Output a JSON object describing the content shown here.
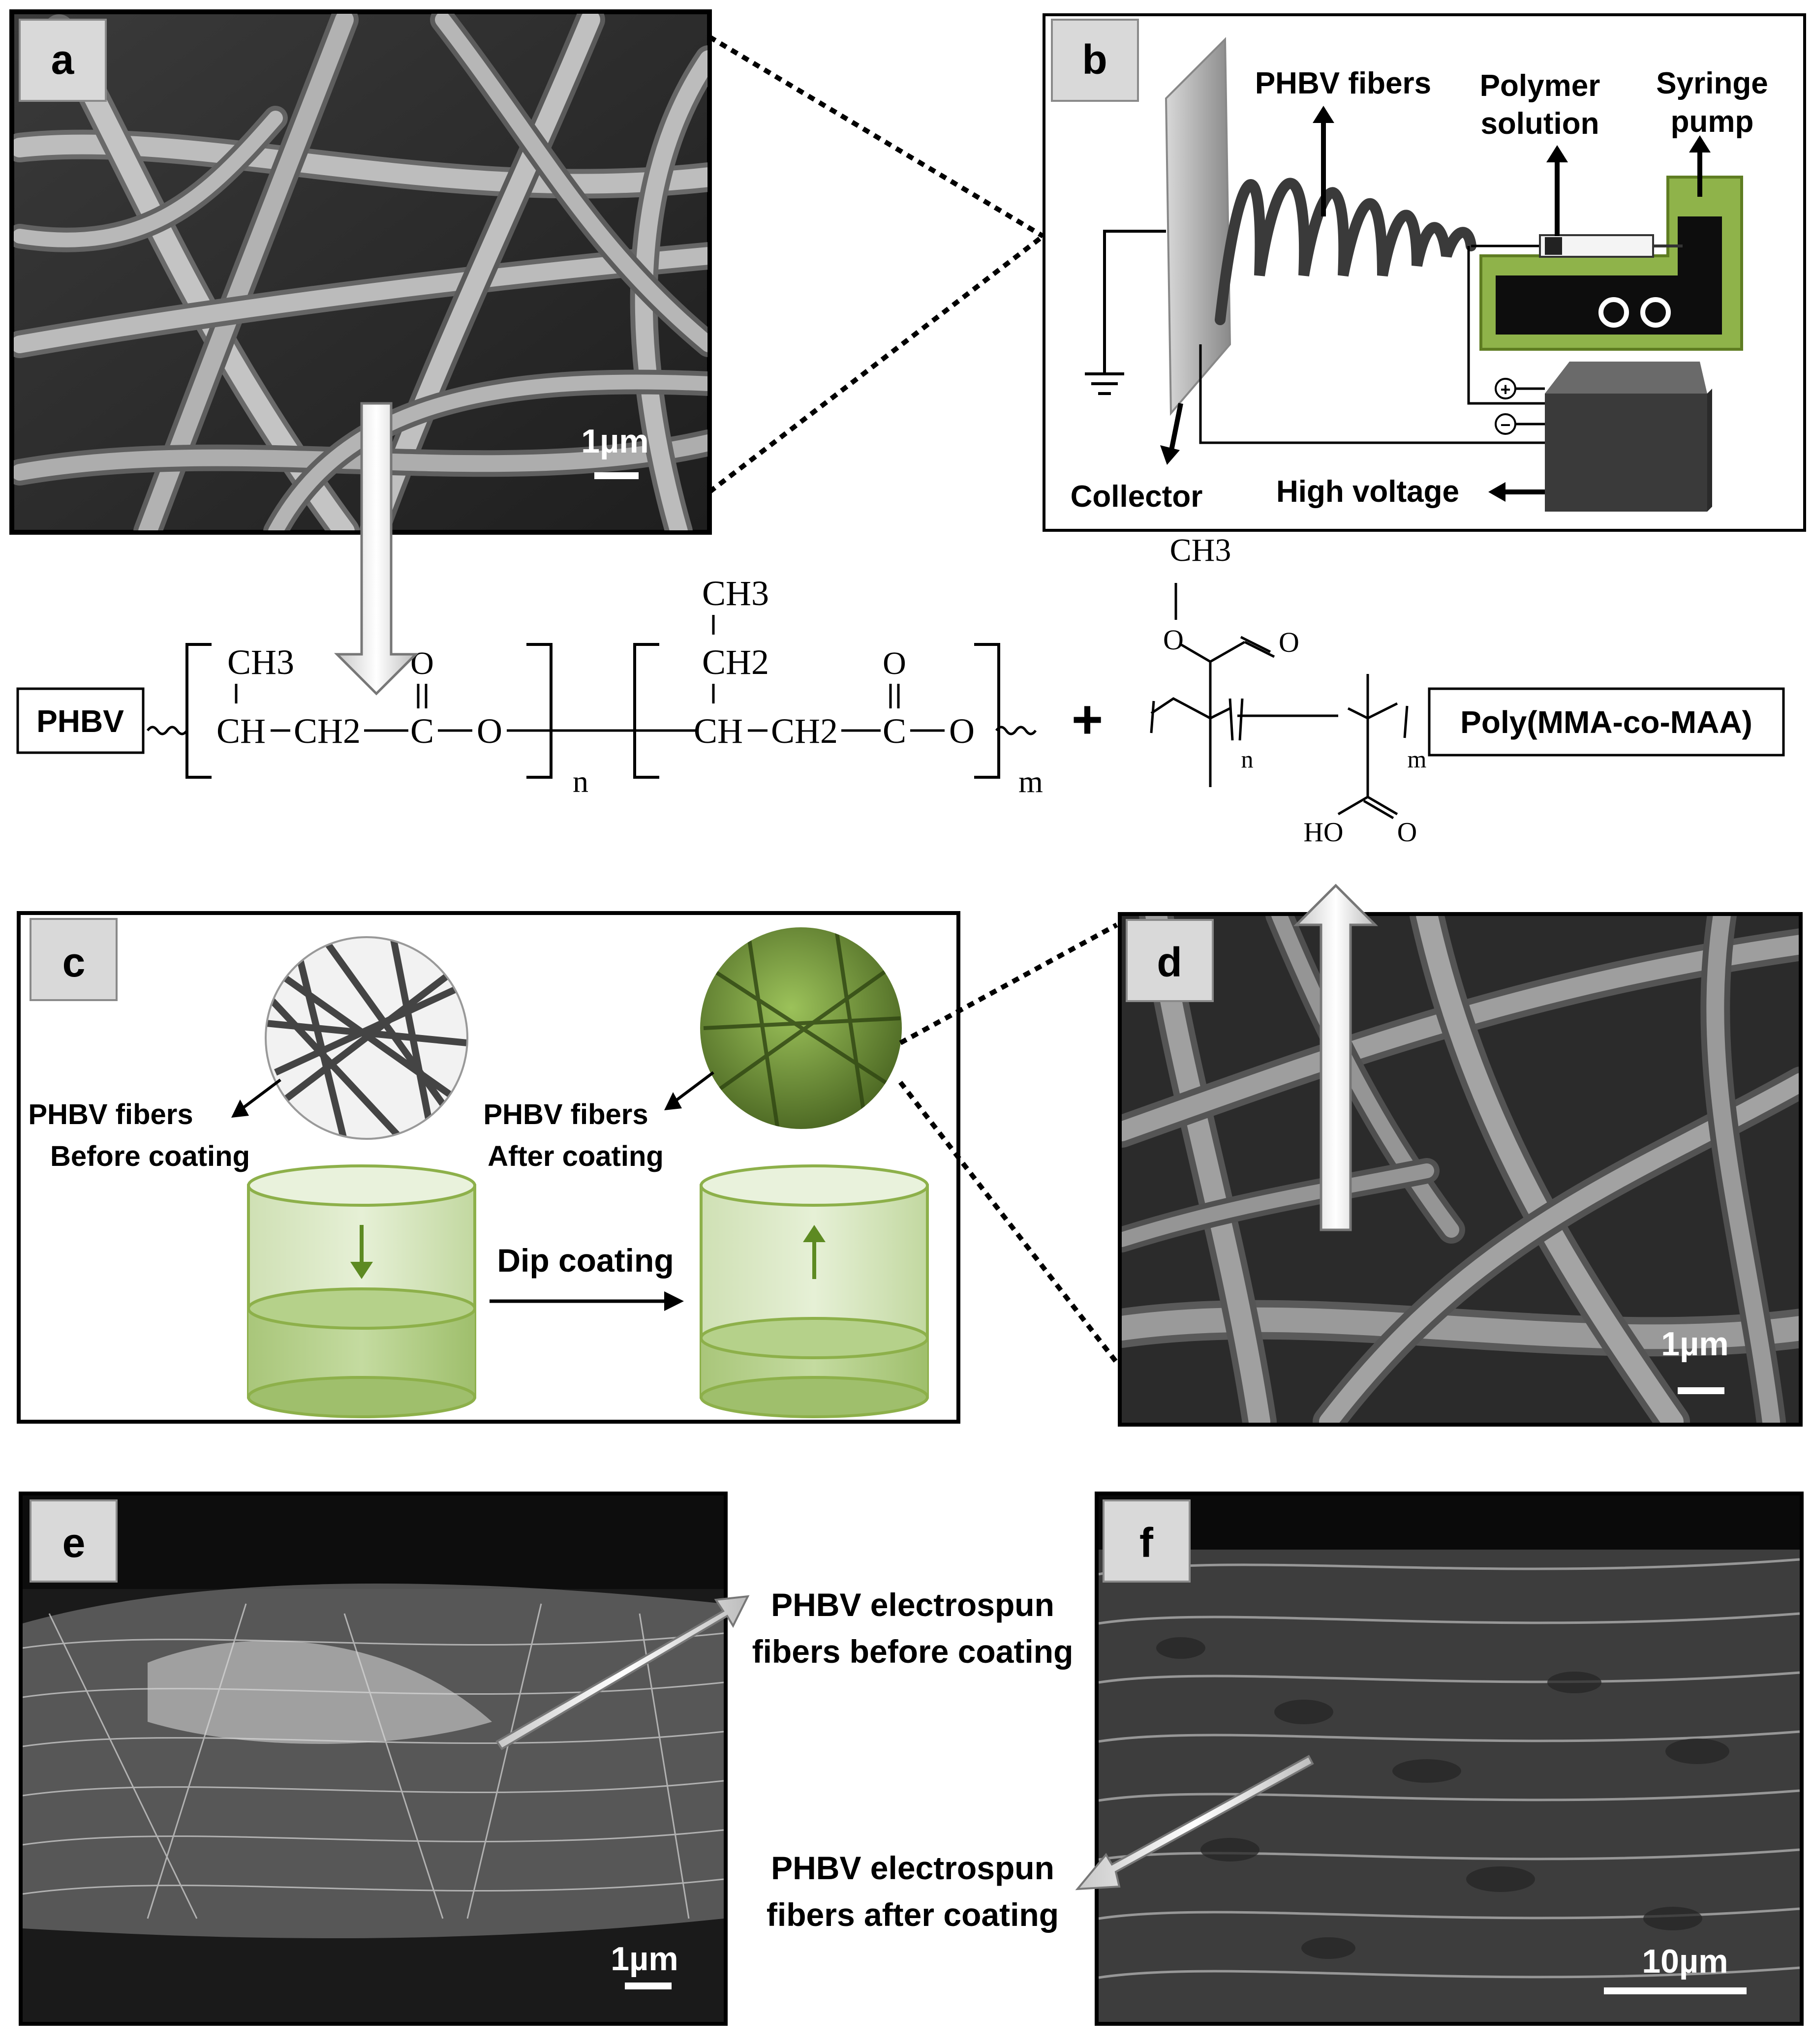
{
  "panels": {
    "a": {
      "label": "a",
      "scale": "1µm"
    },
    "b": {
      "label": "b",
      "fibers": "PHBV fibers",
      "polymer_line1": "Polymer",
      "polymer_line2": "solution",
      "syringe_line1": "Syringe",
      "syringe_line2": "pump",
      "collector": "Collector",
      "high_voltage": "High voltage",
      "plus": "+",
      "minus": "−"
    },
    "chemistry": {
      "phbv_box": "PHBV",
      "pmma_box": "Poly(MMA-co-MAA)",
      "ch3_a": "CH3",
      "ch3_b": "CH3",
      "ch2_b": "CH2",
      "ch_a": "CH",
      "ch2_a": "CH2",
      "c_a": "C",
      "o_a": "O",
      "ch_b": "CH",
      "ch2_c": "CH2",
      "c_b": "C",
      "o_b": "O",
      "o_dbl_a": "O",
      "o_dbl_b": "O",
      "sub_n": "n",
      "sub_m": "m",
      "plus": "+",
      "pm_ch3": "CH3",
      "pm_o1": "O",
      "pm_o2": "O",
      "pm_ho": "HO",
      "pm_o3": "O",
      "pm_n": "n",
      "pm_m": "m"
    },
    "c": {
      "label": "c",
      "left_line1": "PHBV fibers",
      "left_line2": "Before coating",
      "right_line1": "PHBV fibers",
      "right_line2": "After coating",
      "dip": "Dip coating"
    },
    "d": {
      "label": "d",
      "scale": "1µm"
    },
    "e": {
      "label": "e",
      "scale": "1µm"
    },
    "f": {
      "label": "f",
      "scale": "10µm"
    },
    "annotations": {
      "before_line1": "PHBV electrospun",
      "before_line2": "fibers before coating",
      "after_line1": "PHBV electrospun",
      "after_line2": "fibers after coating"
    }
  },
  "colors": {
    "green": "#8db04a",
    "dark": "#1a1a1a",
    "sem": "#555555"
  }
}
